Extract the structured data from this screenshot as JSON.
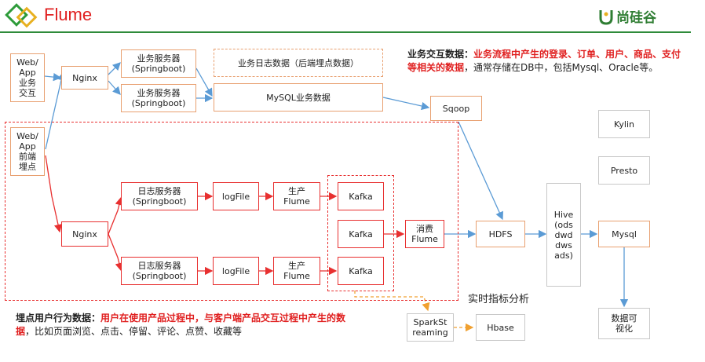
{
  "header": {
    "title": "Flume",
    "brand": "尚硅谷"
  },
  "nodes": {
    "web_app_interact": "Web/\nApp\n业务\n交互",
    "nginx_top": "Nginx",
    "biz_server_1": "业务服务器\n(Springboot)",
    "biz_server_2": "业务服务器\n(Springboot)",
    "biz_log_data": "业务日志数据（后端埋点数据）",
    "mysql_biz_data": "MySQL业务数据",
    "sqoop": "Sqoop",
    "kylin": "Kylin",
    "presto": "Presto",
    "web_app_track": "Web/\nApp\n前端\n埋点",
    "nginx_bottom": "Nginx",
    "log_server_1": "日志服务器\n(Springboot)",
    "log_server_2": "日志服务器\n(Springboot)",
    "logfile_1": "logFile",
    "logfile_2": "logFile",
    "produce_flume_1": "生产\nFlume",
    "produce_flume_2": "生产\nFlume",
    "kafka_1": "Kafka",
    "kafka_2": "Kafka",
    "kafka_3": "Kafka",
    "consume_flume": "消费\nFlume",
    "hdfs": "HDFS",
    "hive": "Hive\n(ods\ndwd\ndws\nads)",
    "mysql": "Mysql",
    "data_viz": "数据可\n视化",
    "spark_streaming": "SparkSt\nreaming",
    "hbase": "Hbase"
  },
  "realtime_label": "实时指标分析",
  "note_business": {
    "key": "业务交互数据：",
    "highlight": "业务流程中产生的登录、订单、用户、商品、支付等相关的数据",
    "rest": "，通常存储在DB中，包括Mysql、Oracle等。"
  },
  "note_tracking": {
    "key": "埋点用户行为数据：",
    "highlight": "用户在使用产品过程中，与客户端产品交互过程中产生的数据",
    "rest": "，比如页面浏览、点击、停留、评论、点赞、收藏等"
  },
  "colors": {
    "title": "#e02020",
    "brand": "#2e7d32",
    "rule": "#2e8b3a",
    "blue_arrow": "#5b9bd5",
    "red_arrow": "#e83030",
    "orange_arrow": "#f0a030"
  }
}
